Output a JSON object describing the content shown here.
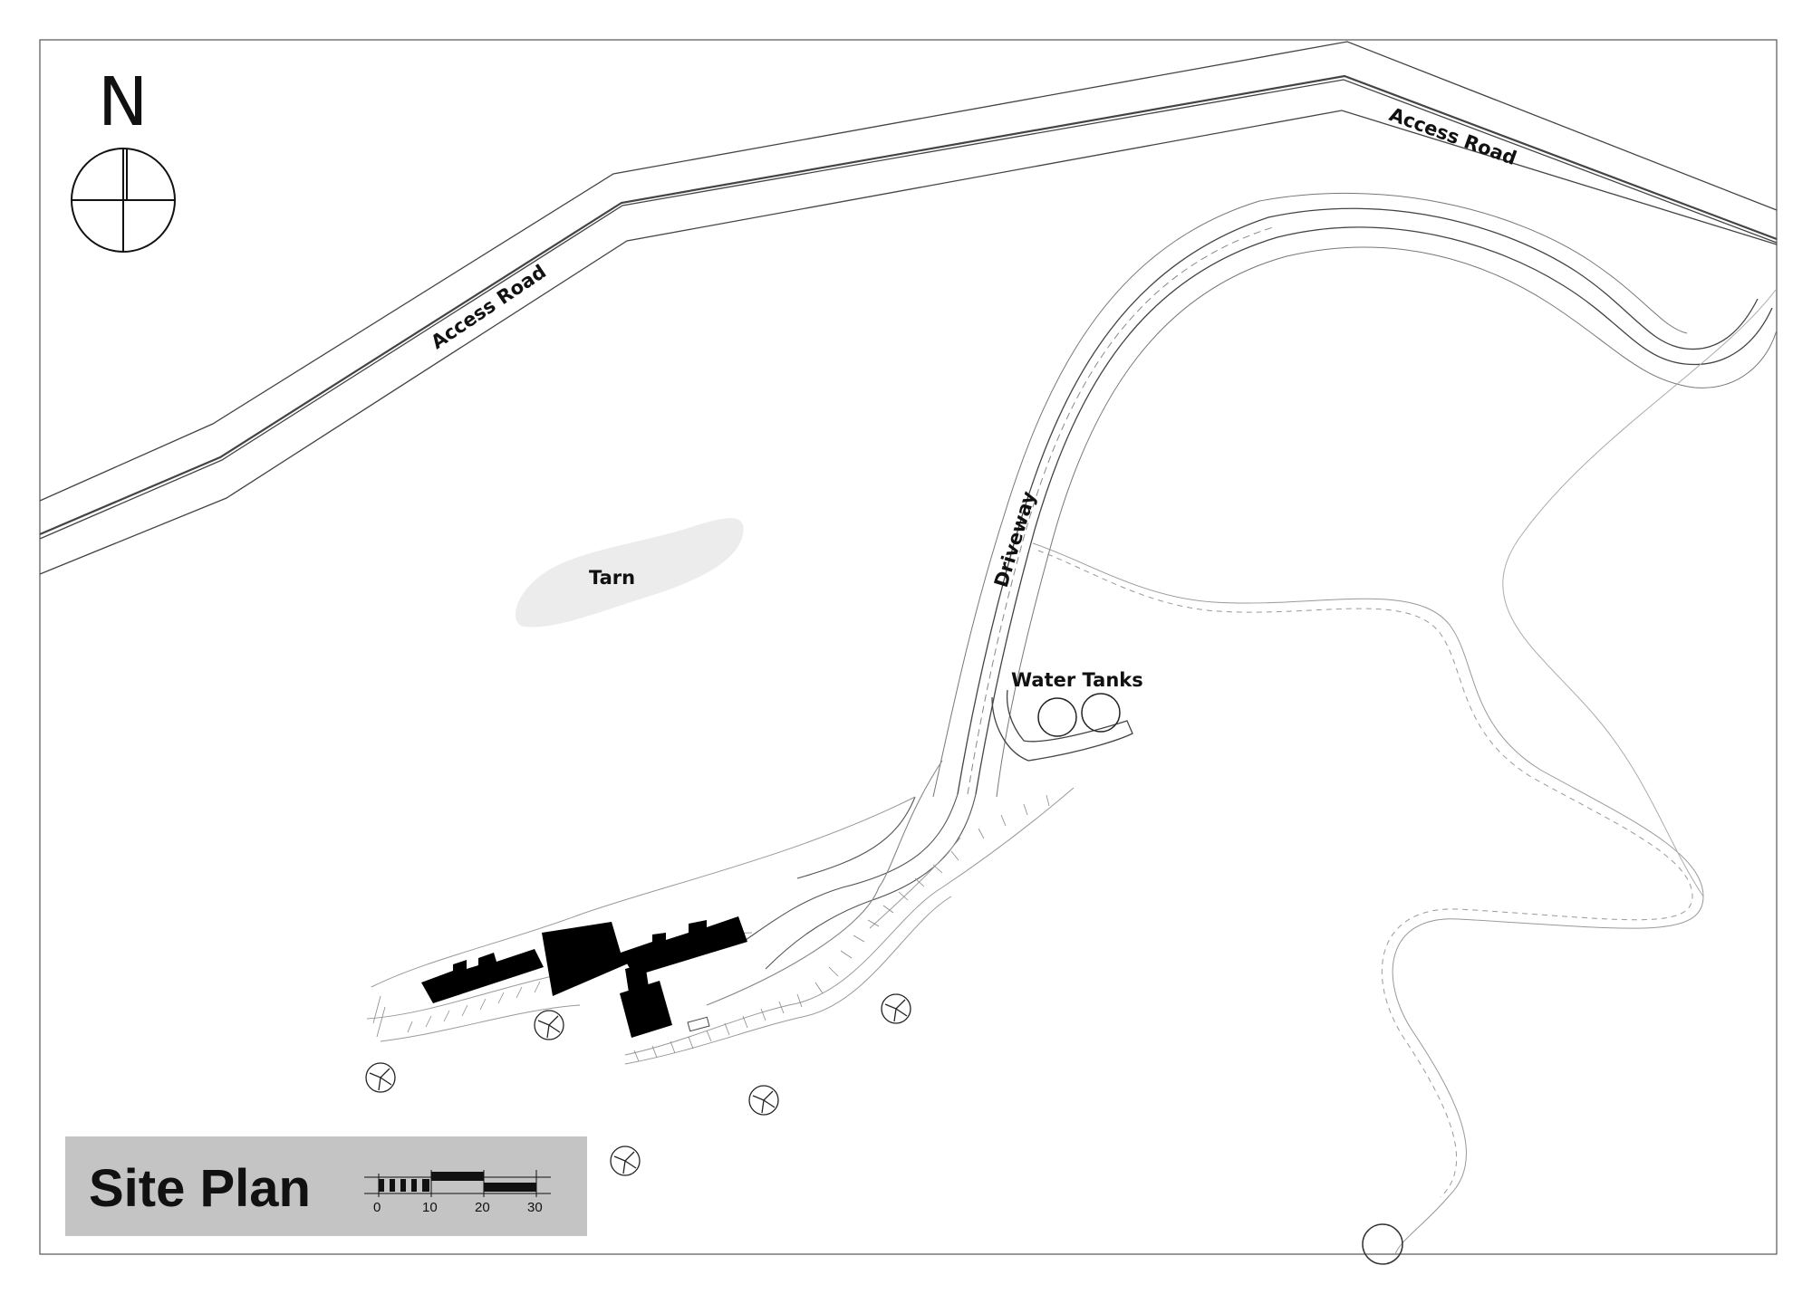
{
  "north_label": "N",
  "labels": {
    "access_road_west": "Access Road",
    "access_road_east": "Access Road",
    "driveway": "Driveway",
    "tarn": "Tarn",
    "water_tanks": "Water Tanks"
  },
  "title_block": {
    "title": "Site Plan",
    "scale_ticks": [
      "0",
      "10",
      "20",
      "30"
    ]
  },
  "colors": {
    "line": "#333333",
    "light_line": "#9a9a9a",
    "building": "#000000",
    "tarn_fill": "#ececec",
    "title_box": "#c4c4c4"
  }
}
